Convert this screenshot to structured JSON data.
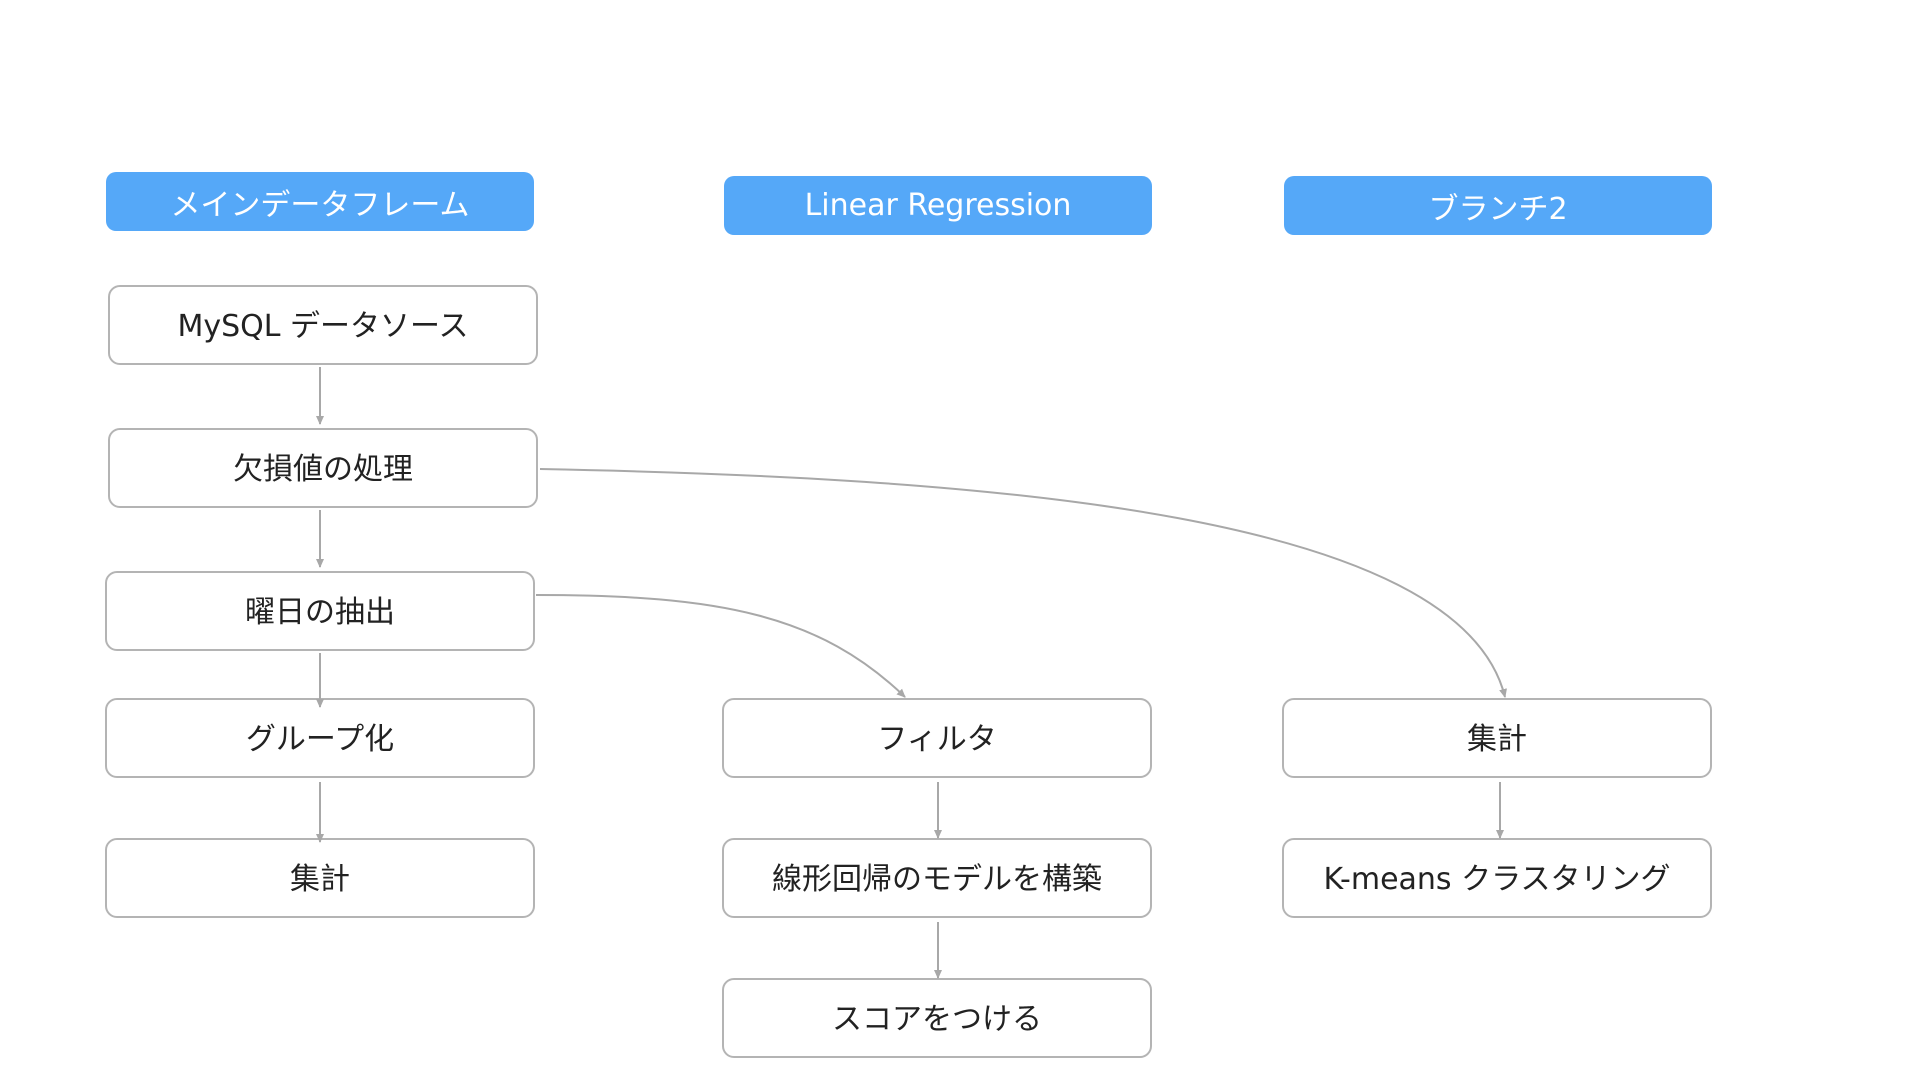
{
  "columns": [
    {
      "id": "main",
      "label": "メインデータフレーム",
      "color": "#55a8f8"
    },
    {
      "id": "regression",
      "label": "Linear Regression",
      "color": "#55a8f8"
    },
    {
      "id": "branch2",
      "label": "ブランチ2",
      "color": "#55a8f8"
    }
  ],
  "main_steps": [
    {
      "label": "MySQL データソース"
    },
    {
      "label": "欠損値の処理"
    },
    {
      "label": "曜日の抽出"
    },
    {
      "label": "グループ化"
    },
    {
      "label": "集計"
    }
  ],
  "regression_steps": [
    {
      "label": "フィルタ"
    },
    {
      "label": "線形回帰のモデルを構築"
    },
    {
      "label": "スコアをつける"
    }
  ],
  "branch2_steps": [
    {
      "label": "集計"
    },
    {
      "label": "K-means クラスタリング"
    }
  ],
  "connections": [
    {
      "from": "MySQL データソース",
      "to": "欠損値の処理"
    },
    {
      "from": "欠損値の処理",
      "to": "曜日の抽出"
    },
    {
      "from": "曜日の抽出",
      "to": "グループ化"
    },
    {
      "from": "グループ化",
      "to": "集計"
    },
    {
      "from": "曜日の抽出",
      "to": "フィルタ"
    },
    {
      "from": "欠損値の処理",
      "to": "集計 (ブランチ2)"
    },
    {
      "from": "フィルタ",
      "to": "線形回帰のモデルを構築"
    },
    {
      "from": "線形回帰のモデルを構築",
      "to": "スコアをつける"
    },
    {
      "from": "集計 (ブランチ2)",
      "to": "K-means クラスタリング"
    }
  ],
  "colors": {
    "header_fill": "#55a8f8",
    "header_text": "#ffffff",
    "box_border": "#b4b4b4",
    "connector": "#a8a8a8"
  }
}
